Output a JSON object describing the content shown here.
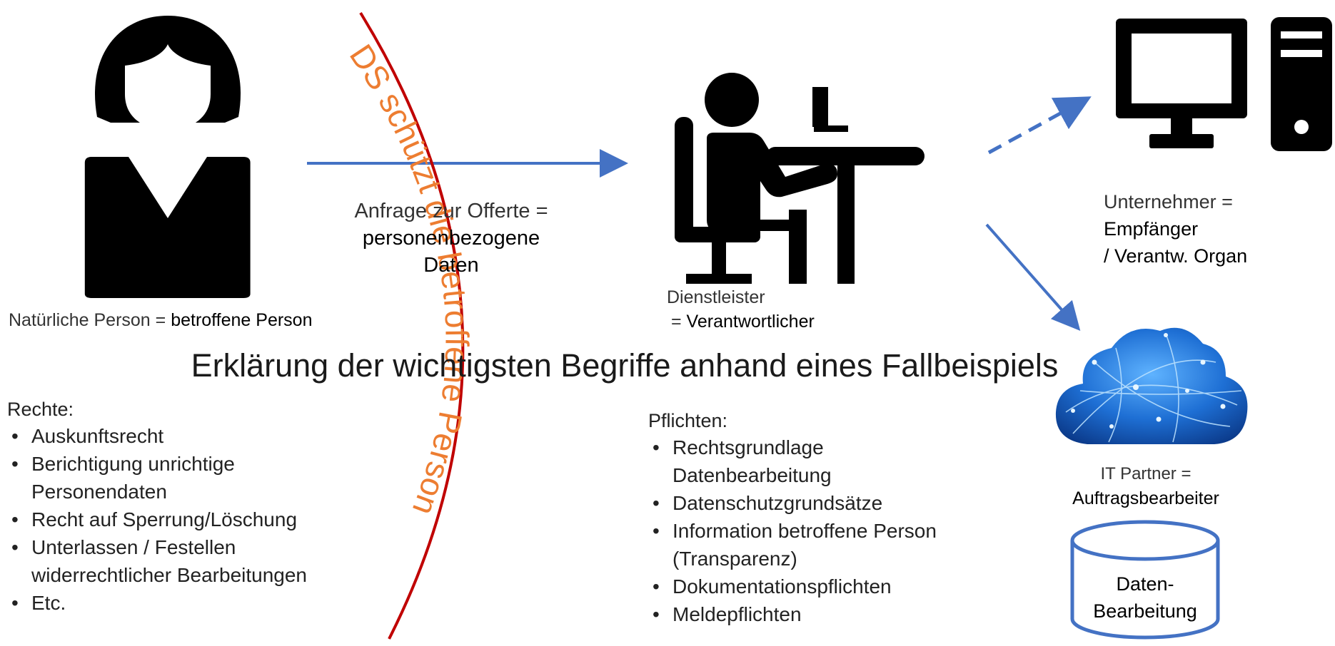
{
  "person": {
    "label_prefix": "Natürliche Person = ",
    "label_bold": "betroffene Person"
  },
  "request": {
    "line1": "Anfrage zur Offerte =",
    "line2": "personenbezogene",
    "line3": "Daten"
  },
  "provider": {
    "line1": "Dienstleister",
    "line2_prefix": "= ",
    "line2_bold": "Verantwortlicher"
  },
  "company": {
    "line1": "Unternehmer =",
    "line2": "Empfänger",
    "line3": "/ Verantw. Organ"
  },
  "it_partner": {
    "line1": "IT Partner =",
    "line2": "Auftragsbearbeiter"
  },
  "database": {
    "line1": "Daten-",
    "line2": "Bearbeitung"
  },
  "arc_text": "DS schützt die betroffene Person",
  "title": "Erklärung der wichtigsten Begriffe anhand eines Fallbeispiels",
  "rights": {
    "heading": "Rechte:",
    "items": [
      "Auskunftsrecht",
      "Berichtigung unrichtige",
      "Personendaten",
      "Recht auf Sperrung/Löschung",
      "Unterlassen / Festellen",
      "widerrechtlicher Bearbeitungen",
      "Etc."
    ]
  },
  "duties": {
    "heading": "Pflichten:",
    "items": [
      "Rechtsgrundlage",
      "Datenbearbeitung",
      "Datenschutzgrundsätze",
      "Information betroffene Person",
      "(Transparenz)",
      "Dokumentationspflichten",
      "Meldepflichten"
    ]
  },
  "colors": {
    "arrow": "#4472c4",
    "arc": "#c00000",
    "arc_text": "#ed7d31",
    "db_border": "#4472c4",
    "icon": "#000000"
  }
}
